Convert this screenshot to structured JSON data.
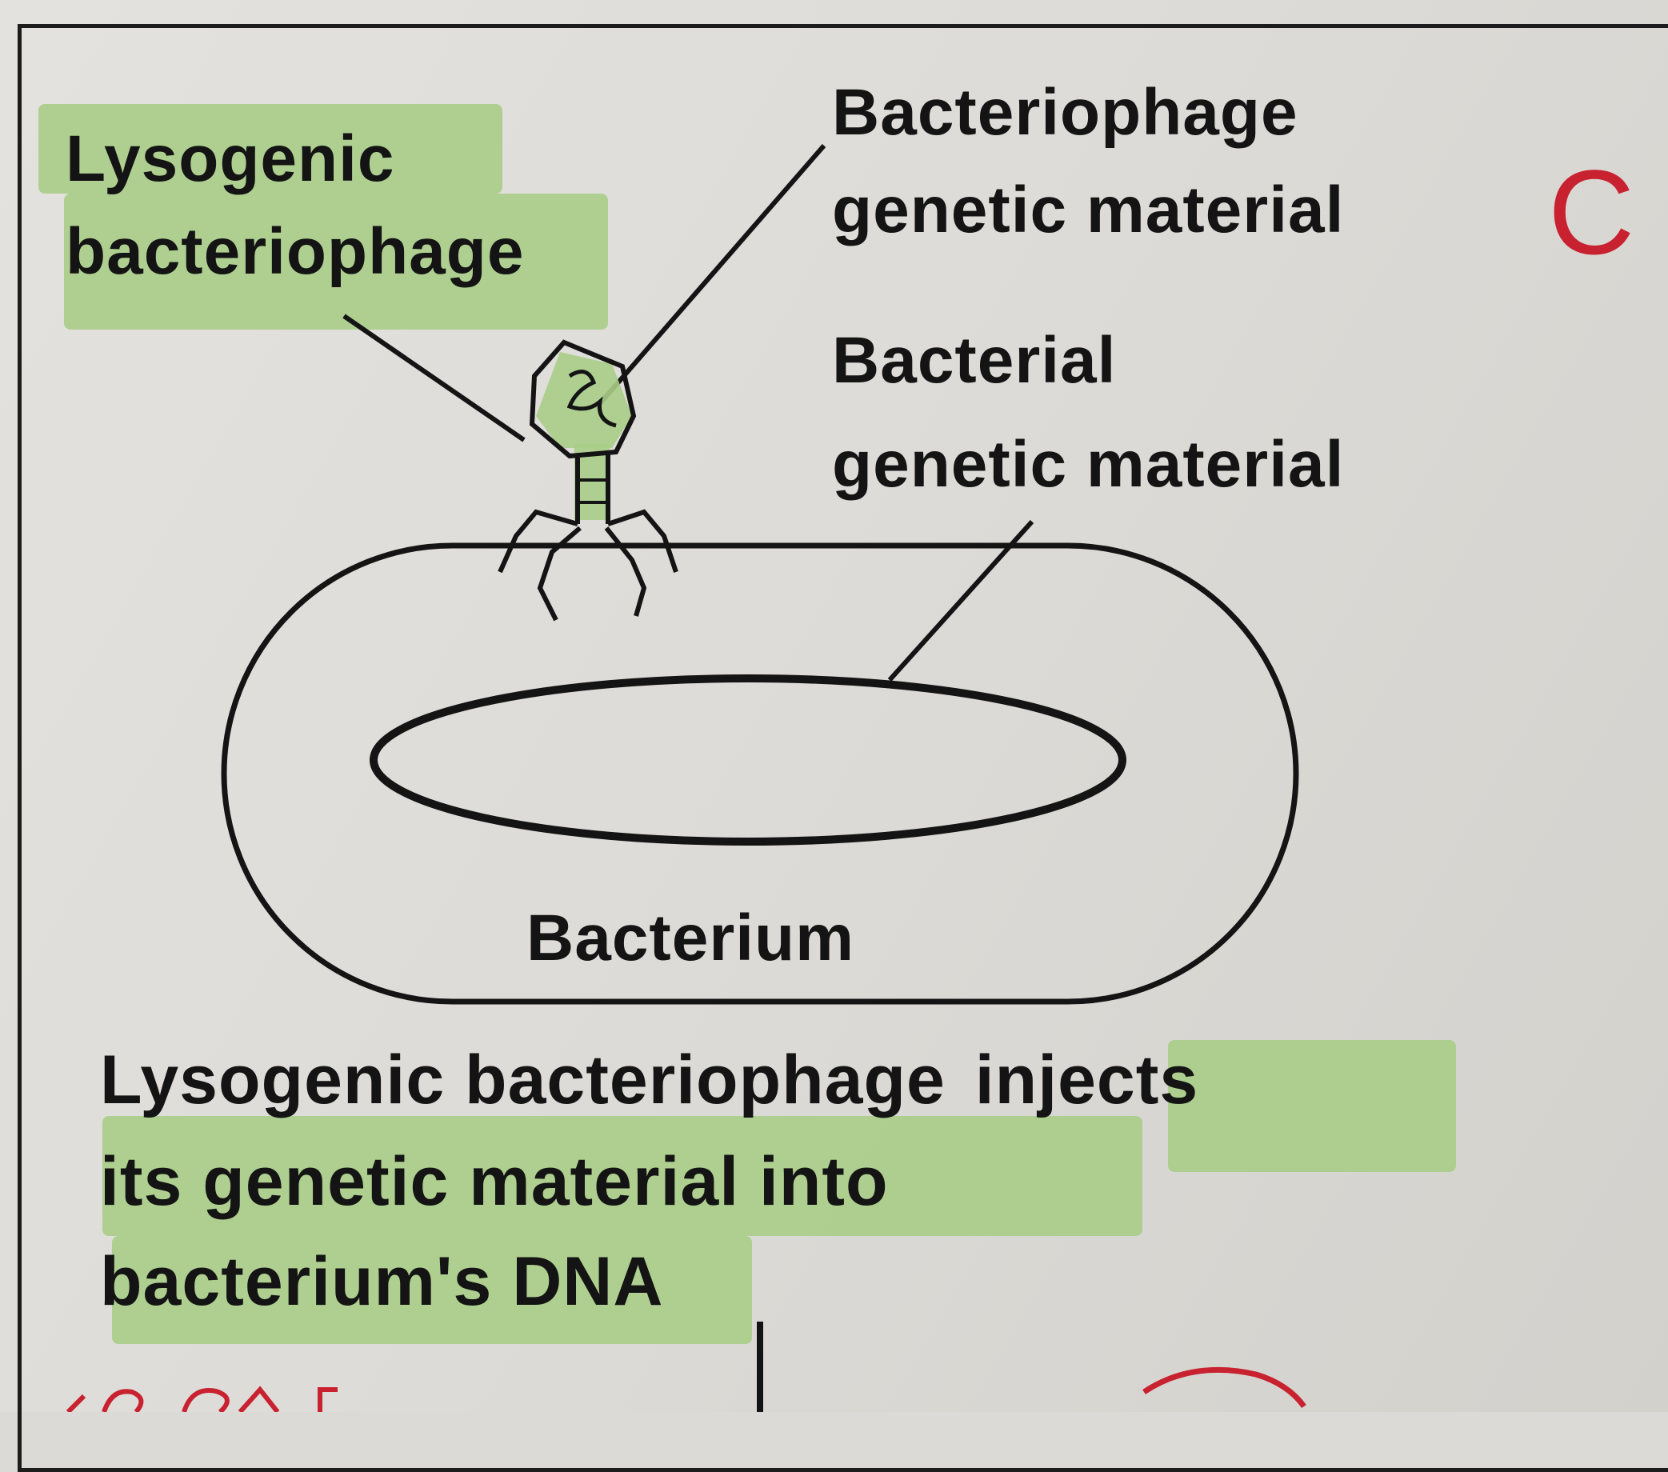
{
  "labels": {
    "lysogenic_line1": "Lysogenic",
    "lysogenic_line2": "bacteriophage",
    "phage_genetic_line1": "Bacteriophage",
    "phage_genetic_line2": "genetic material",
    "bacterial_genetic_line1": "Bacterial",
    "bacterial_genetic_line2": "genetic material",
    "bacterium": "Bacterium"
  },
  "caption": {
    "line1_part1": "Lysogenic bacteriophage",
    "line1_part2": "injects",
    "line2": "its genetic material into",
    "line3": "bacterium's DNA"
  },
  "annotations": {
    "red_mark": "C"
  },
  "colors": {
    "ink": "#141414",
    "highlight": "#a9cd87",
    "red_pen": "#c8212f",
    "paper": "#e0deda"
  }
}
